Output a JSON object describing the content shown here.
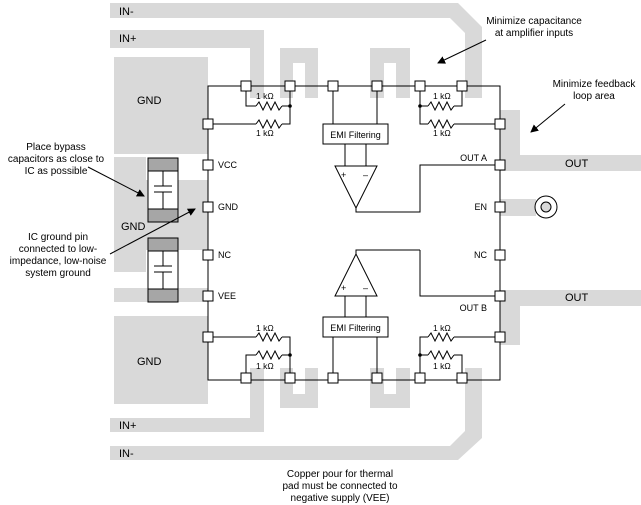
{
  "nets": {
    "in_minus_top": "IN-",
    "in_plus_top": "IN+",
    "in_plus_bottom": "IN+",
    "in_minus_bottom": "IN-",
    "out_right_top": "OUT",
    "out_right_bottom": "OUT",
    "gnd_top": "GND",
    "gnd_mid": "GND",
    "gnd_bottom": "GND"
  },
  "pins": {
    "vcc": "VCC",
    "gnd": "GND",
    "nc_left": "NC",
    "vee": "VEE",
    "out_a": "OUT A",
    "en": "EN",
    "nc_right": "NC",
    "out_b": "OUT B"
  },
  "resistors": {
    "r1": "1 kΩ",
    "r2": "1 kΩ",
    "r3": "1 kΩ",
    "r4": "1 kΩ",
    "r5": "1 kΩ",
    "r6": "1 kΩ",
    "r7": "1 kΩ",
    "r8": "1 kΩ"
  },
  "blocks": {
    "emi_top": "EMI Filtering",
    "emi_bottom": "EMI Filtering",
    "amp_plus": "+",
    "amp_minus": "–"
  },
  "annotations": {
    "min_cap_line1": "Minimize capacitance",
    "min_cap_line2": "at amplifier inputs",
    "min_loop_line1": "Minimize feedback",
    "min_loop_line2": "loop area",
    "bypass_line1": "Place bypass",
    "bypass_line2": "capacitors as close to",
    "bypass_line3": "IC as possible",
    "gndpin_line1": "IC ground pin",
    "gndpin_line2": "connected to low-",
    "gndpin_line3": "impedance, low-noise",
    "gndpin_line4": "system ground",
    "pour_line1": "Copper pour for thermal",
    "pour_line2": "pad must be connected to",
    "pour_line3": "negative supply (VEE)"
  },
  "colors": {
    "copper": "#d9d9d9",
    "cap_body": "#a6a6a6"
  }
}
